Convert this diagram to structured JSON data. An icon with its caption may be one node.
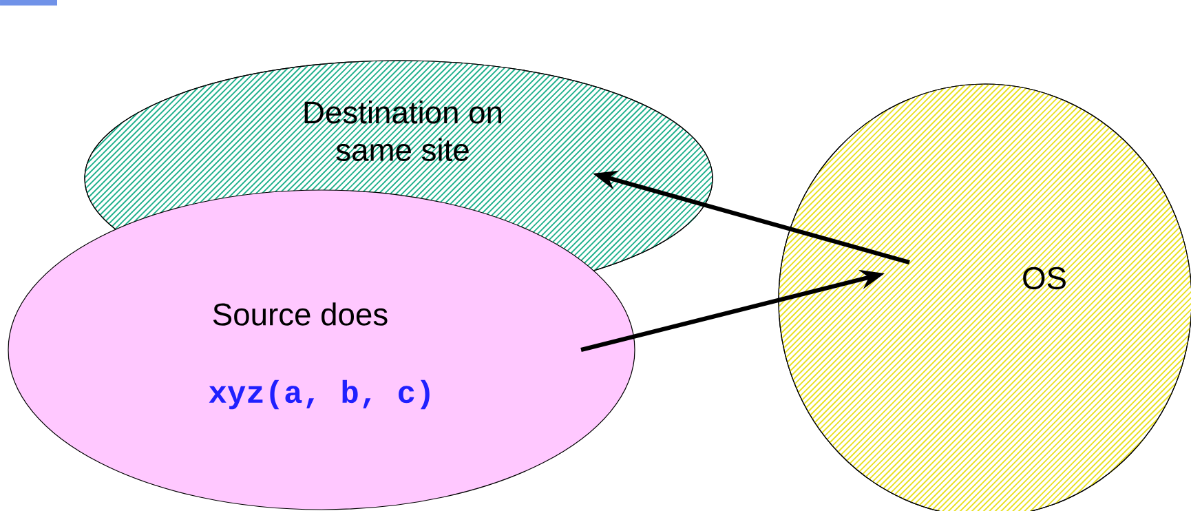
{
  "diagram": {
    "nodes": [
      {
        "text": [
          "Destination on same site"
        ]
      },
      {
        "text": [
          "Source does",
          "xyz(a, b, c)"
        ]
      },
      {
        "text": [
          "OS"
        ]
      }
    ],
    "edges": [
      {
        "from": 2,
        "to": 0,
        "arrow": "to"
      },
      {
        "from": 1,
        "to": 2,
        "arrow": "to"
      }
    ]
  }
}
